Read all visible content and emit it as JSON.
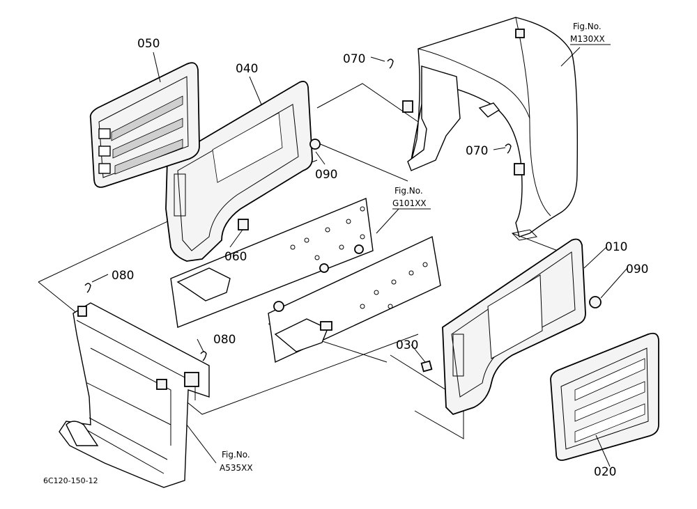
{
  "callouts": {
    "p010": "010",
    "p020": "020",
    "p030": "030",
    "p040": "040",
    "p050": "050",
    "p060": "060",
    "p070a": "070",
    "p070b": "070",
    "p080a": "080",
    "p080b": "080",
    "p090a": "090",
    "p090b": "090"
  },
  "figure_refs": {
    "m130": {
      "caption": "Fig.No.",
      "number": "M130XX"
    },
    "g101": {
      "caption": "Fig.No.",
      "number": "G101XX"
    },
    "a535": {
      "caption": "Fig.No.",
      "number": "A535XX"
    }
  },
  "drawing_code": "6C120-150-12"
}
